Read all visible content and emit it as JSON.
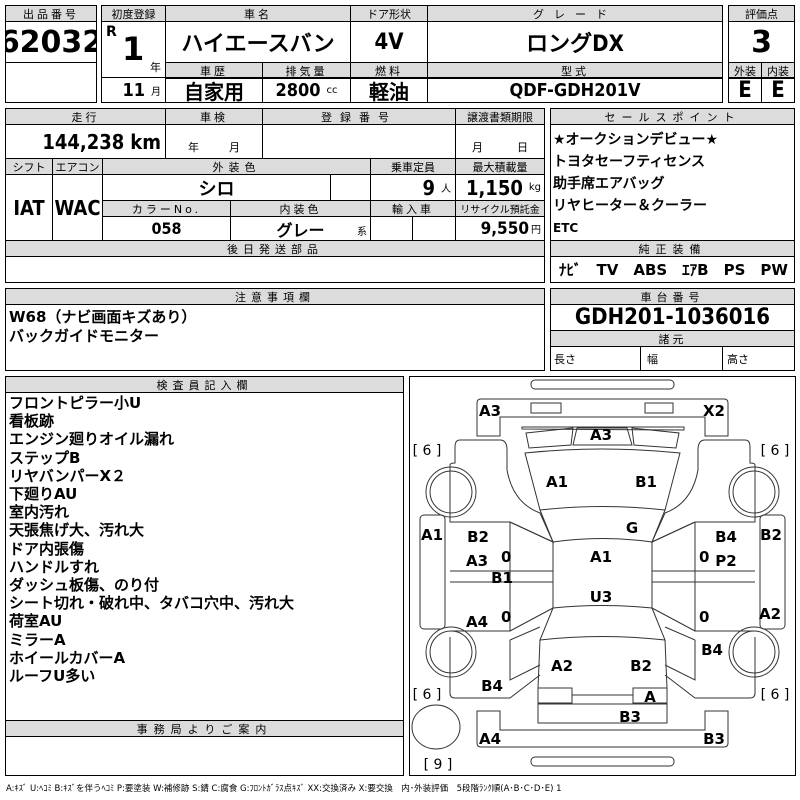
{
  "lot": {
    "label": "出品番号",
    "value": "62032"
  },
  "header": {
    "first_reg": "初度登録",
    "era": "R",
    "year": "1",
    "year_unit": "年",
    "month": "11",
    "month_unit": "月",
    "car_name_label": "車名",
    "car_name": "ハイエースバン",
    "door_label": "ドア形状",
    "door": "4V",
    "grade_label": "グレード",
    "grade": "ロングDX",
    "history_label": "車歴",
    "history": "自家用",
    "displacement_label": "排気量",
    "displacement": "2800",
    "displacement_unit": "cc",
    "fuel_label": "燃料",
    "fuel": "軽油",
    "model_label": "型式",
    "model": "QDF-GDH201V"
  },
  "score": {
    "label": "評価点",
    "value": "3",
    "ext_label": "外装",
    "int_label": "内装",
    "ext": "E",
    "int": "E"
  },
  "details": {
    "mileage_label": "走行",
    "mileage": "144,238",
    "mileage_unit": "km",
    "inspection_label": "車検",
    "year_unit": "年",
    "month_unit": "月",
    "reg_no_label": "登録番号",
    "transfer_label": "譲渡書類期限",
    "t_month": "月",
    "t_day": "日",
    "shift_label": "シフト",
    "shift": "IAT",
    "ac_label": "エアコン",
    "ac": "WAC",
    "color_label": "外装色",
    "color": "シロ",
    "capacity_label": "乗車定員",
    "capacity": "9",
    "capacity_unit": "人",
    "load_label": "最大積載量",
    "load": "1,150",
    "load_unit": "kg",
    "color_no_label": "カラーNo.",
    "color_no": "058",
    "interior_label": "内装色",
    "interior": "グレー",
    "interior_unit": "系",
    "import_label": "輸入車",
    "recycle_label": "リサイクル預託金",
    "recycle": "9,550",
    "recycle_unit": "円",
    "later_parts_label": "後日発送部品"
  },
  "sales": {
    "label": "セールスポイント",
    "items": [
      "★オークションデビュー★",
      "トヨタセーフティセンス",
      "助手席エアバッグ",
      "リヤヒーター＆クーラー",
      "ETC"
    ],
    "equip_label": "純正装備",
    "equip": "ﾅﾋﾞ　TV　ABS　ｴｱB　PS　PW"
  },
  "notes": {
    "label": "注意事項欄",
    "lines": [
      "W68（ナビ画面キズあり）",
      "バックガイドモニター"
    ]
  },
  "chassis": {
    "label": "車台番号",
    "value": "GDH201-1036016",
    "spec_label": "諸元",
    "length": "長さ",
    "width": "幅",
    "height": "高さ"
  },
  "inspector": {
    "label": "検査員記入欄",
    "lines": [
      "フロントピラー小U",
      "看板跡",
      "エンジン廻りオイル漏れ",
      "ステップB",
      "リヤバンパーX２",
      "下廻りAU",
      "室内汚れ",
      "天張焦げ大、汚れ大",
      "ドア内張傷",
      "ハンドルすれ",
      "ダッシュ板傷、のり付",
      "シート切れ・破れ中、タバコ穴中、汚れ大",
      "荷室AU",
      "ミラーA",
      "ホイールカバーA",
      "ルーフU多い"
    ]
  },
  "office": {
    "label": "事務局よりご案内"
  },
  "diagram": {
    "labels": [
      "A3",
      "X2",
      "[ 6 ]",
      "[ 6 ]",
      "A3",
      "A1",
      "B1",
      "A1",
      "B2",
      "A3",
      "B1",
      "A4",
      "G",
      "A1",
      "U3",
      "B4",
      "P2",
      "B2",
      "A2",
      "B4",
      "A2",
      "B2",
      "B4",
      "A",
      "B3",
      "[ 6 ]",
      "[ 6 ]",
      "A4",
      "B3",
      "[ 9 ]"
    ]
  },
  "legend": "A:ｷｽﾞ U:ﾍｺﾐ B:ｷｽﾞを伴うﾍｺﾐ P:要塗装 W:補修跡 S:錆 C:腐食 G:ﾌﾛﾝﾄｶﾞﾗｽ点ｷｽﾞ XX:交換済み X:要交換　内･外装評価　5段階ﾗﾝｸ順(A･B･C･D･E) 1"
}
